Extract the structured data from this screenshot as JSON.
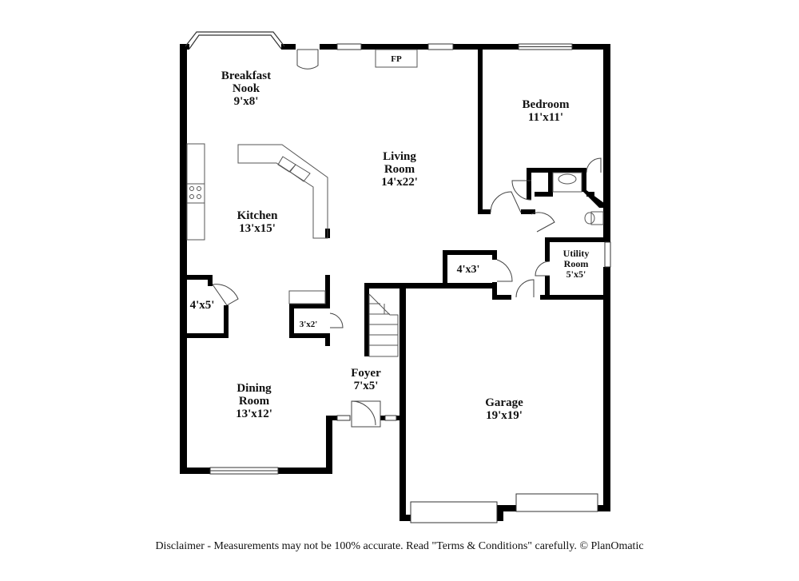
{
  "colors": {
    "wall": "#000000",
    "fixture": "#555555",
    "background": "#ffffff"
  },
  "rooms": {
    "breakfast_nook": {
      "name_line1": "Breakfast",
      "name_line2": "Nook",
      "size": "9'x8'"
    },
    "living_room": {
      "name_line1": "Living",
      "name_line2": "Room",
      "size": "14'x22'"
    },
    "bedroom": {
      "name": "Bedroom",
      "size": "11'x11'"
    },
    "kitchen": {
      "name": "Kitchen",
      "size": "13'x15'"
    },
    "closet_4x5": {
      "size": "4'x5'"
    },
    "closet_3x2": {
      "size": "3'x2'"
    },
    "closet_4x3": {
      "size": "4'x3'"
    },
    "utility_room": {
      "name_line1": "Utility",
      "name_line2": "Room",
      "size": "5'x5'"
    },
    "foyer": {
      "name": "Foyer",
      "size": "7'x5'"
    },
    "dining_room": {
      "name_line1": "Dining",
      "name_line2": "Room",
      "size": "13'x12'"
    },
    "garage": {
      "name": "Garage",
      "size": "19'x19'"
    }
  },
  "fireplace_label": "FP",
  "disclaimer": "Disclaimer - Measurements may not be 100% accurate. Read \"Terms & Conditions\" carefully. © PlanOmatic"
}
